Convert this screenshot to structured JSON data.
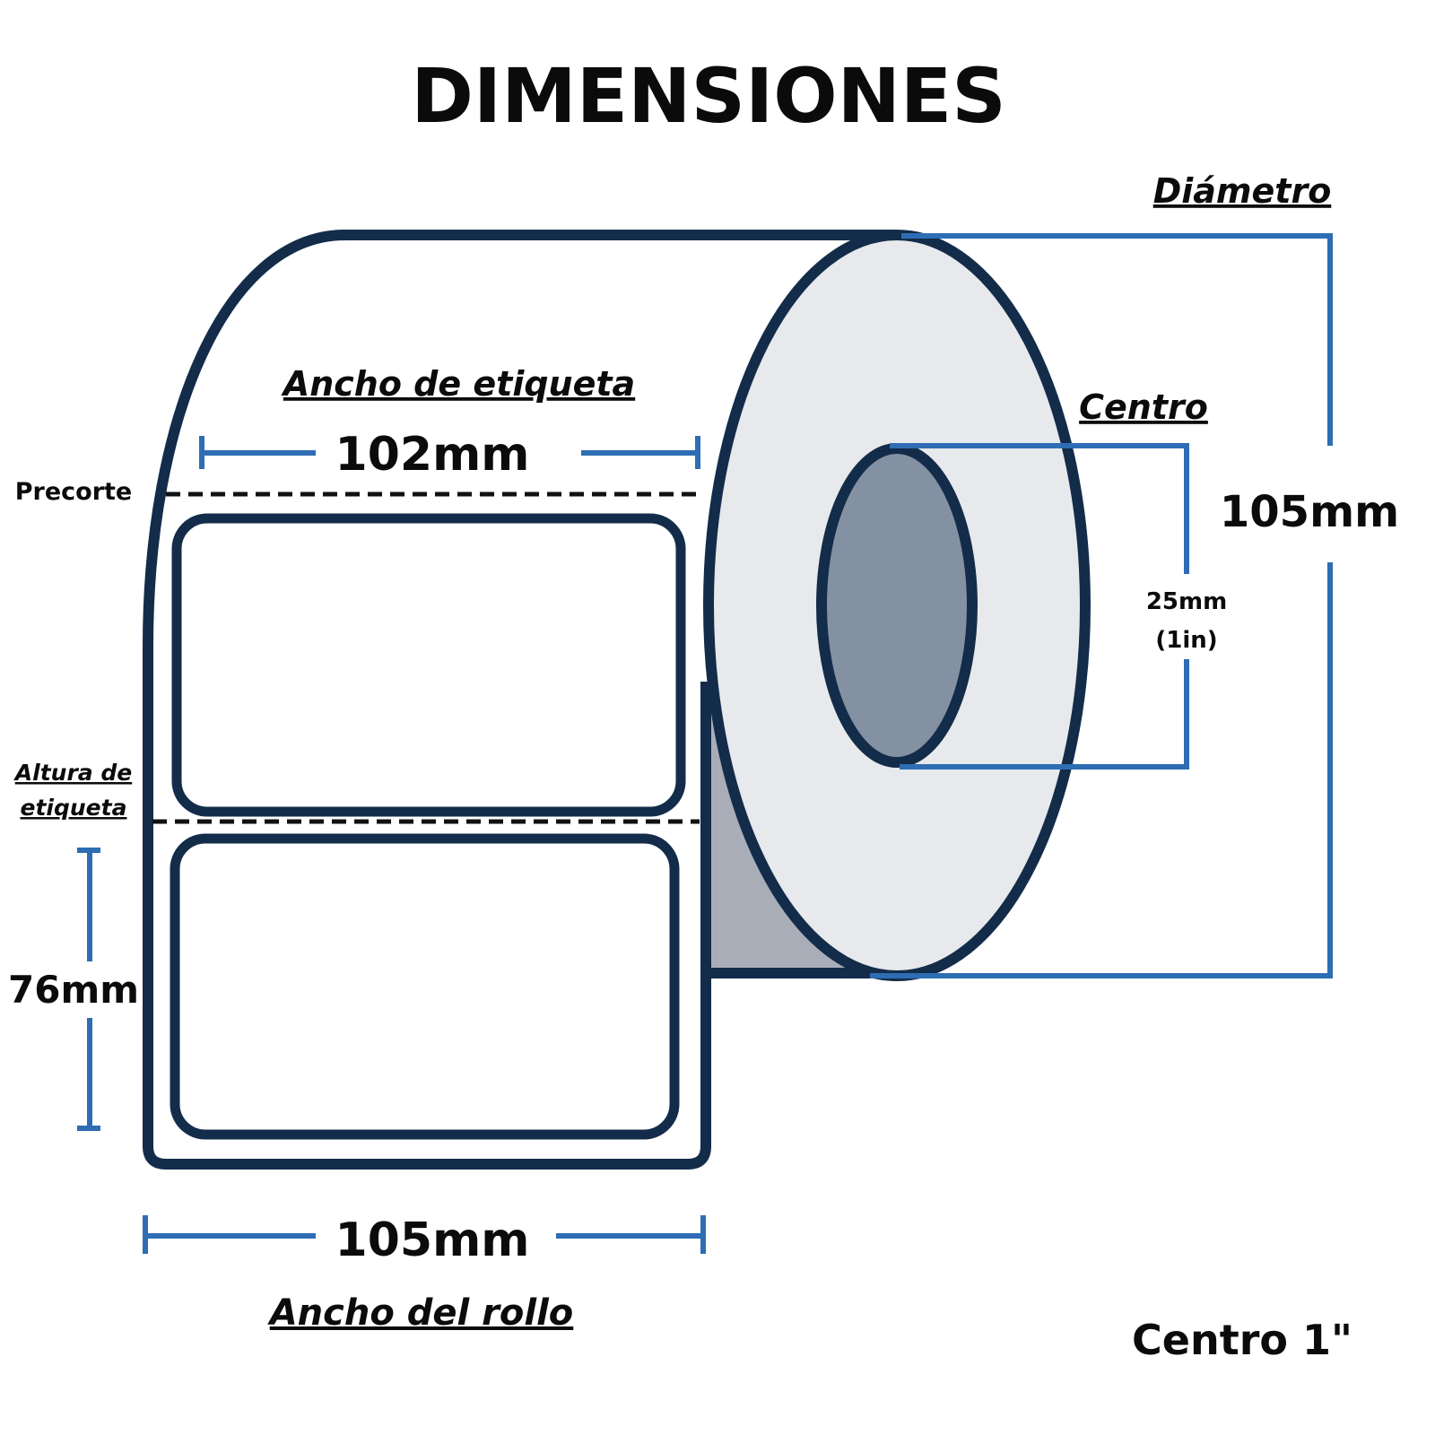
{
  "title": "DIMENSIONES",
  "labels": {
    "diameter_label": "Diámetro",
    "diameter_value": "105mm",
    "core_label": "Centro",
    "core_value_mm": "25mm",
    "core_value_in": "(1in)",
    "perforation_label": "Precorte",
    "label_height_label_line1": "Altura de",
    "label_height_label_line2": "etiqueta",
    "label_height_value": "76mm",
    "label_width_label": "Ancho de etiqueta",
    "label_width_value": "102mm",
    "roll_width_value": "105mm",
    "roll_width_label": "Ancho del rollo",
    "core_note": "Centro 1\""
  },
  "colors": {
    "outline": "#132c4a",
    "dimension_line": "#2e6db4",
    "roll_face": "#e8e9ec",
    "core": "#8491a3",
    "shadow": "#a9adb8"
  }
}
